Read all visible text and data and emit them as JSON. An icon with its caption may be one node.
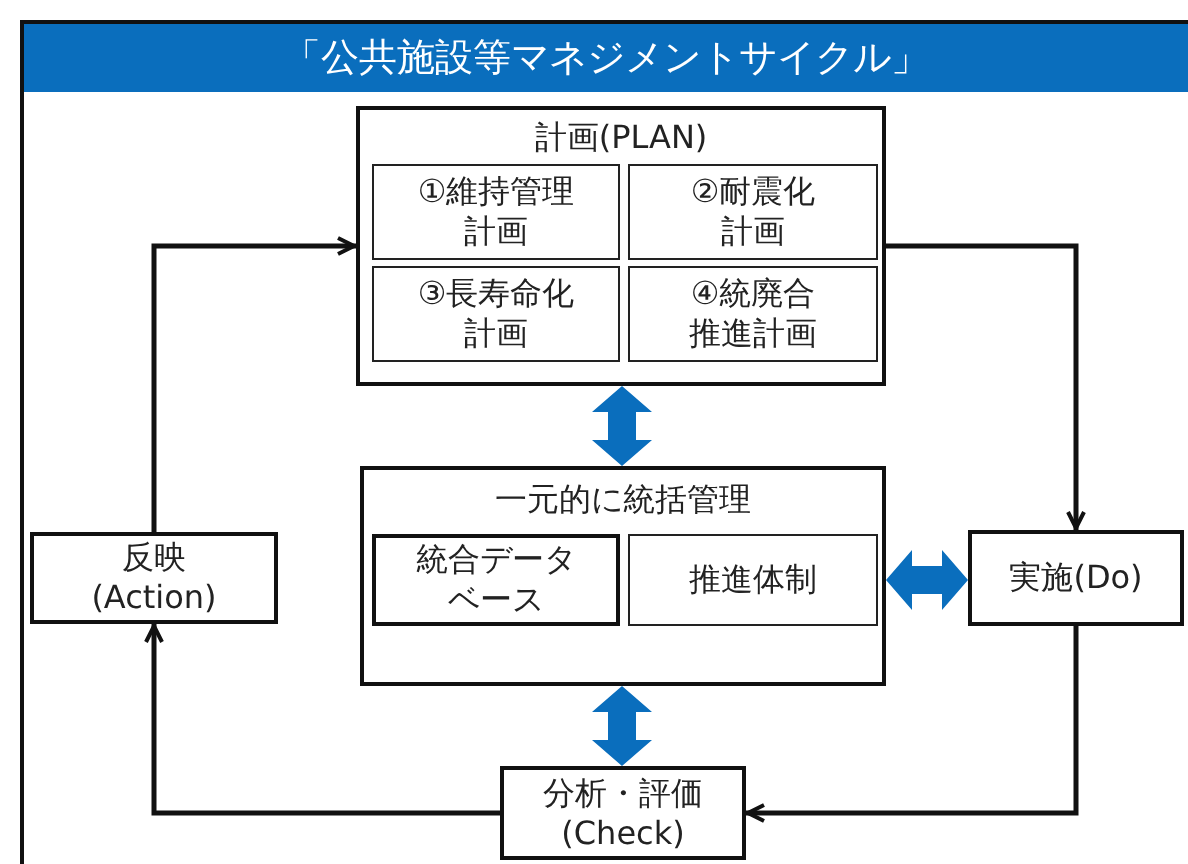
{
  "diagram": {
    "title": "「公共施設等マネジメントサイクル」",
    "nodes": [
      {
        "text": [
          "計画(PLAN)"
        ]
      },
      {
        "text": [
          "①維持管理計画"
        ],
        "in": 0
      },
      {
        "text": [
          "②耐震化計画"
        ],
        "in": 0
      },
      {
        "text": [
          "③長寿命化計画"
        ],
        "in": 0
      },
      {
        "text": [
          "④統廃合推進計画"
        ],
        "in": 0
      },
      {
        "text": [
          "一元的に統括管理"
        ]
      },
      {
        "text": [
          "統合データベース"
        ],
        "in": 5
      },
      {
        "text": [
          "推進体制"
        ],
        "in": 5
      },
      {
        "text": [
          "実施(Do)"
        ]
      },
      {
        "text": [
          "分析・評価(Check)"
        ]
      },
      {
        "text": [
          "反映(Action)"
        ]
      }
    ],
    "edges": [
      {
        "from": 0,
        "to": 8,
        "arrow": "to"
      },
      {
        "from": 8,
        "to": 9,
        "arrow": "to"
      },
      {
        "from": 9,
        "to": 10,
        "arrow": "to"
      },
      {
        "from": 10,
        "to": 0,
        "arrow": "to"
      },
      {
        "from": 0,
        "to": 5,
        "arrow": "both",
        "style": "thick",
        "color": "#0a6ebd"
      },
      {
        "from": 5,
        "to": 8,
        "arrow": "both",
        "style": "thick",
        "color": "#0a6ebd"
      },
      {
        "from": 5,
        "to": 9,
        "arrow": "both",
        "style": "thick",
        "color": "#0a6ebd"
      }
    ]
  }
}
